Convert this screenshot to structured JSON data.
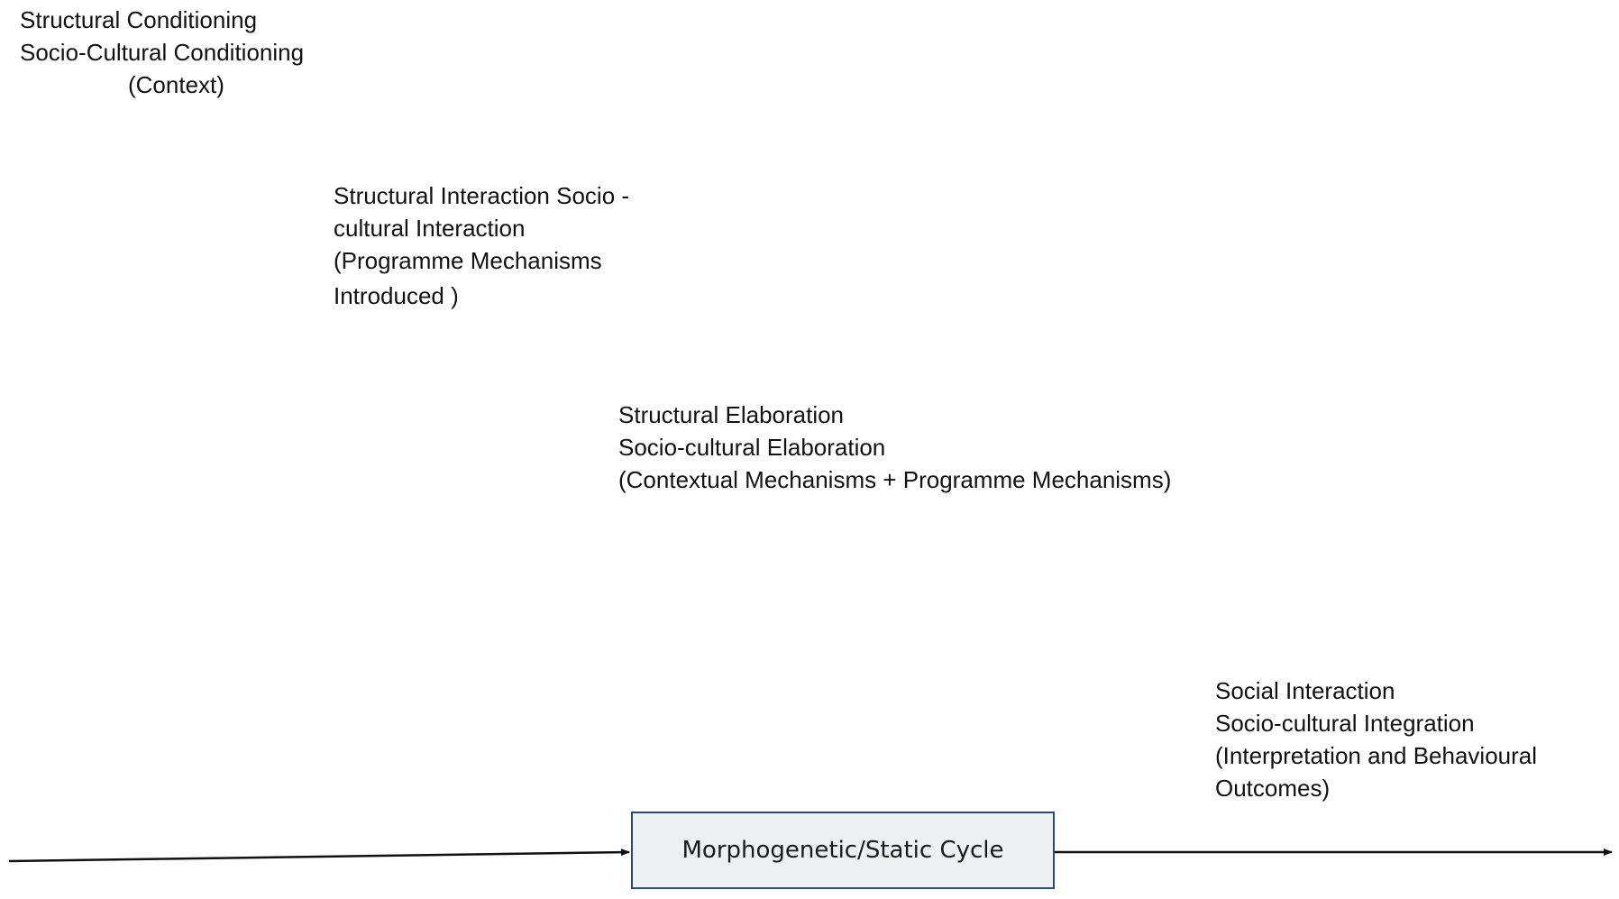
{
  "stages": {
    "context": {
      "line1": "Structural Conditioning",
      "line2": "Socio-Cultural Conditioning",
      "line3": "(Context)"
    },
    "interaction": {
      "line1": "Structural Interaction Socio -",
      "line2": "cultural Interaction",
      "line3": "(Programme Mechanisms",
      "line4": "Introduced )"
    },
    "elaboration": {
      "line1": "Structural Elaboration",
      "line2": "Socio-cultural Elaboration",
      "line3": "(Contextual Mechanisms + Programme Mechanisms)"
    },
    "integration": {
      "line1": "Social Interaction",
      "line2": "Socio-cultural Integration",
      "line3": "(Interpretation and Behavioural",
      "line4": "Outcomes)"
    }
  },
  "cycle": {
    "label": "Morphogenetic/Static Cycle"
  },
  "colors": {
    "box_border": "#2c4a72",
    "box_fill": "#eeeff2",
    "line": "#111111"
  }
}
